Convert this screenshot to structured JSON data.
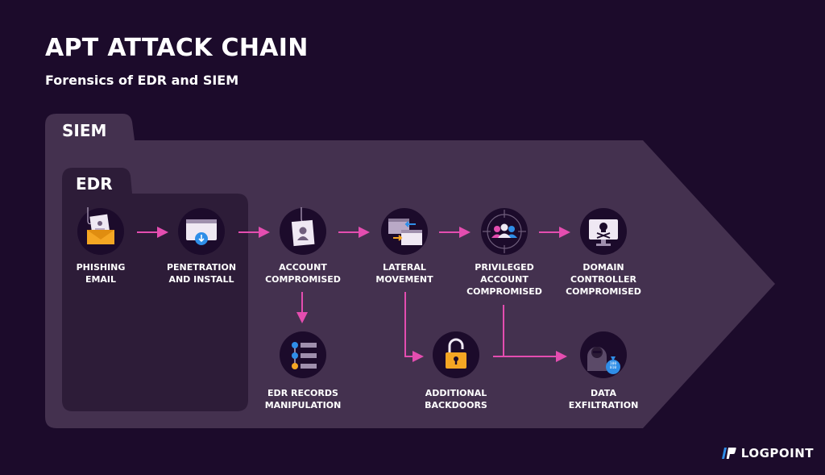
{
  "header": {
    "title": "APT ATTACK CHAIN",
    "subtitle": "Forensics of EDR and SIEM"
  },
  "regions": {
    "siem": "SIEM",
    "edr": "EDR"
  },
  "steps": {
    "phishing": "PHISHING\nEMAIL",
    "penetration": "PENETRATION\nAND INSTALL",
    "account": "ACCOUNT\nCOMPROMISED",
    "lateral": "LATERAL\nMOVEMENT",
    "privileged": "PRIVILEGED\nACCOUNT\nCOMPROMISED",
    "domain": "DOMAIN\nCONTROLLER\nCOMPROMISED",
    "edr_records": "EDR RECORDS\nMANIPULATION",
    "backdoors": "ADDITIONAL\nBACKDOORS",
    "exfiltration": "DATA\nEXFILTRATION"
  },
  "icon_text": {
    "bag": "100\n010"
  },
  "logo": {
    "text": "LOGPOINT"
  },
  "colors": {
    "background": "#1c0b2b",
    "siem_panel": "#44314f",
    "edr_panel": "#2d1c38",
    "icon_circle": "#1c0b2b",
    "arrow": "#e44db0",
    "accent_orange": "#f5a623",
    "accent_blue": "#2f8ee8",
    "accent_pink": "#e44db0"
  },
  "icons": {
    "phishing": "envelope-hook-icon",
    "penetration": "browser-download-icon",
    "account": "id-card-hook-icon",
    "lateral": "windows-swap-icon",
    "privileged": "users-target-icon",
    "domain": "monitor-skull-icon",
    "edr_records": "records-list-icon",
    "backdoors": "unlocked-padlock-icon",
    "exfiltration": "hacker-money-bag-icon"
  }
}
